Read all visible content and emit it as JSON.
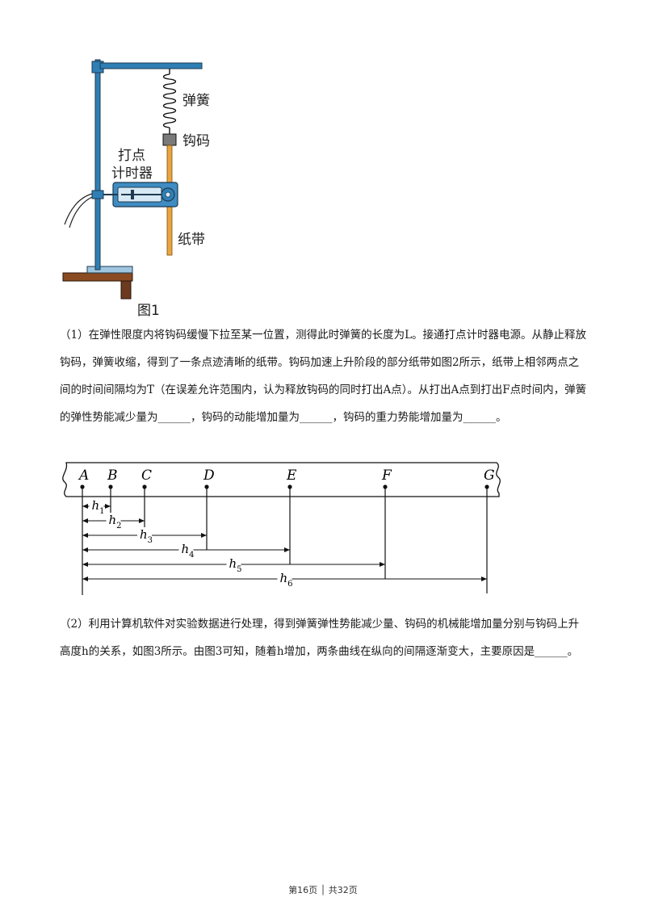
{
  "figure1": {
    "label_spring": "弹簧",
    "label_weight": "钩码",
    "label_timer": "打点\n计时器",
    "label_timer_line1": "打点",
    "label_timer_line2": "计时器",
    "label_tape": "纸带",
    "caption": "图1"
  },
  "question1": {
    "text": "（1）在弹性限度内将钩码缓慢下拉至某一位置，测得此时弹簧的长度为L。接通打点计时器电源。从静止释放钩码，弹簧收缩，得到了一条点迹清晰的纸带。钩码加速上升阶段的部分纸带如图2所示，纸带上相邻两点之间的时间间隔均为T（在误差允许范围内，认为释放钩码的同时打出A点）。从打出A点到打出F点时间内，弹簧的弹性势能减少量为______，钩码的动能增加量为______，钩码的重力势能增加量为______。"
  },
  "figure2": {
    "points": [
      "A",
      "B",
      "C",
      "D",
      "E",
      "F",
      "G"
    ],
    "distances": [
      "h1",
      "h2",
      "h3",
      "h4",
      "h5",
      "h6"
    ]
  },
  "question2": {
    "text": "（2）利用计算机软件对实验数据进行处理，得到弹簧弹性势能减少量、钩码的机械能增加量分别与钩码上升高度h的关系，如图3所示。由图3可知，随着h增加，两条曲线在纵向的间隔逐渐变大，主要原因是______。"
  },
  "footer": {
    "text": "第16页 │ 共32页"
  },
  "colors": {
    "stand": "#2f7fb5",
    "tape": "#e9a640",
    "table": "#6b3a1f"
  }
}
